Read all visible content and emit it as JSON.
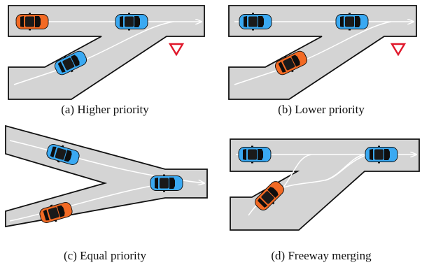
{
  "colors": {
    "blue_car": "#3aa9f2",
    "orange_car": "#f26a24",
    "road": "#d4d4d4",
    "edge": "#111111",
    "yield": "#e0182b"
  },
  "panels": [
    {
      "id": "a",
      "caption": "(a) Higher priority",
      "merging_car": "blue",
      "has_yield_sign": true
    },
    {
      "id": "b",
      "caption": "(b) Lower priority",
      "merging_car": "orange",
      "has_yield_sign": true
    },
    {
      "id": "c",
      "caption": "(c) Equal priority",
      "merging_car": "orange",
      "has_yield_sign": false
    },
    {
      "id": "d",
      "caption": "(d) Freeway merging",
      "merging_car": "orange",
      "has_yield_sign": false
    }
  ]
}
